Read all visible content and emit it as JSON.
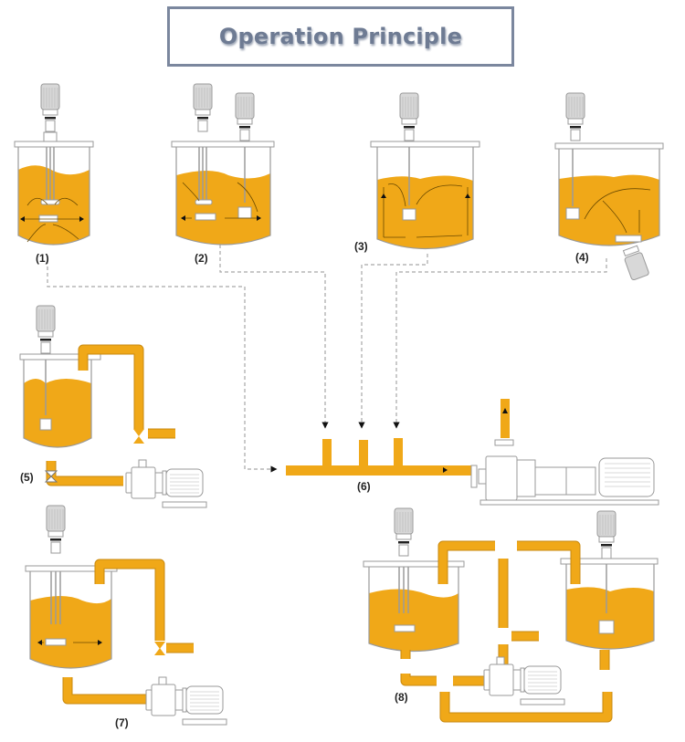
{
  "title": "Operation Principle",
  "colors": {
    "liquid": "#f0a818",
    "title_text": "#6e7b93",
    "title_border": "#7b879e",
    "equipment_outline": "#9a9a9a",
    "dashed_connector": "#a6a6a6"
  },
  "figures": [
    {
      "label": "(1)",
      "description": "Tank with single high-shear mixer at bottom"
    },
    {
      "label": "(2)",
      "description": "Tank with high-shear mixer and secondary agitator"
    },
    {
      "label": "(3)",
      "description": "Tank with top-entry disperser and circulation"
    },
    {
      "label": "(4)",
      "description": "Tank with top mixer and bottom-mounted inline mixer"
    },
    {
      "label": "(5)",
      "description": "Tank with external recirculation pump loop and three-way valve"
    },
    {
      "label": "(6)",
      "description": "Manifold with three inlets feeding inline high-shear pump"
    },
    {
      "label": "(7)",
      "description": "Tank with high-shear mixer and external recirculation pump"
    },
    {
      "label": "(8)",
      "description": "Two tanks with shared pump transfer and recirculation"
    }
  ]
}
